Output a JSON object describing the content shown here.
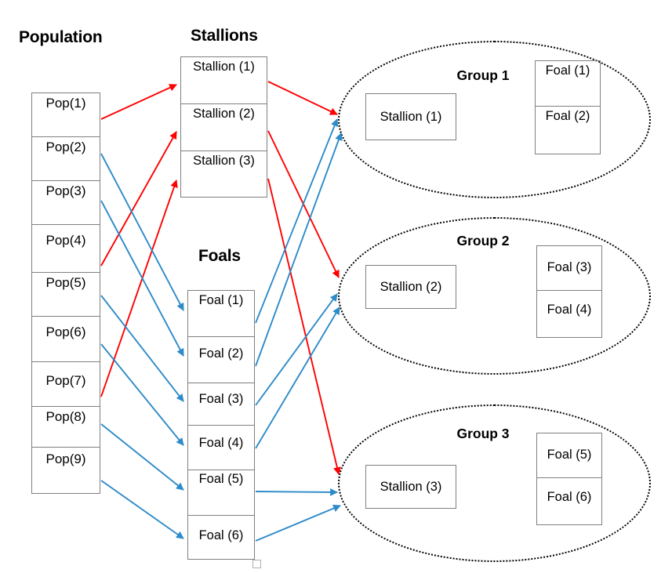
{
  "headings": {
    "population": "Population",
    "stallions": "Stallions",
    "foals": "Foals"
  },
  "colors": {
    "stallion_arrow": "#ff0000",
    "foal_arrow": "#2e8bc9",
    "box_border": "#7f7f7f",
    "ellipse_border": "#000000",
    "text": "#000000",
    "background": "#ffffff"
  },
  "population": {
    "name": "Population",
    "items": [
      {
        "label": "Pop(1)"
      },
      {
        "label": "Pop(2)"
      },
      {
        "label": "Pop(3)"
      },
      {
        "label": "Pop(4)"
      },
      {
        "label": "Pop(5)"
      },
      {
        "label": "Pop(6)"
      },
      {
        "label": "Pop(7)"
      },
      {
        "label": "Pop(8)"
      },
      {
        "label": "Pop(9)"
      }
    ]
  },
  "stallions": {
    "name": "Stallions",
    "items": [
      {
        "label": "Stallion (1)"
      },
      {
        "label": "Stallion (2)"
      },
      {
        "label": "Stallion (3)"
      }
    ]
  },
  "foals": {
    "name": "Foals",
    "items": [
      {
        "label": "Foal (1)"
      },
      {
        "label": "Foal (2)"
      },
      {
        "label": "Foal (3)"
      },
      {
        "label": "Foal (4)"
      },
      {
        "label": "Foal (5)"
      },
      {
        "label": "Foal (6)"
      }
    ]
  },
  "groups": [
    {
      "title": "Group 1",
      "stallion": "Stallion (1)",
      "foals": [
        "Foal (1)",
        "Foal (2)"
      ]
    },
    {
      "title": "Group 2",
      "stallion": "Stallion (2)",
      "foals": [
        "Foal (3)",
        "Foal (4)"
      ]
    },
    {
      "title": "Group 3",
      "stallion": "Stallion (3)",
      "foals": [
        "Foal (5)",
        "Foal (6)"
      ]
    }
  ],
  "edges": {
    "population_to_stallions": [
      {
        "from": "Pop(1)",
        "to": "Stallion (1)",
        "color": "#ff0000"
      },
      {
        "from": "Pop(4)",
        "to": "Stallion (2)",
        "color": "#ff0000"
      },
      {
        "from": "Pop(7)",
        "to": "Stallion (3)",
        "color": "#ff0000"
      }
    ],
    "population_to_foals": [
      {
        "from": "Pop(2)",
        "to": "Foal (1)",
        "color": "#2e8bc9"
      },
      {
        "from": "Pop(3)",
        "to": "Foal (2)",
        "color": "#2e8bc9"
      },
      {
        "from": "Pop(5)",
        "to": "Foal (3)",
        "color": "#2e8bc9"
      },
      {
        "from": "Pop(6)",
        "to": "Foal (4)",
        "color": "#2e8bc9"
      },
      {
        "from": "Pop(8)",
        "to": "Foal (5)",
        "color": "#2e8bc9"
      },
      {
        "from": "Pop(9)",
        "to": "Foal (6)",
        "color": "#2e8bc9"
      }
    ],
    "stallions_to_groups": [
      {
        "from": "Stallion (1)",
        "to": "Group 1",
        "color": "#ff0000"
      },
      {
        "from": "Stallion (2)",
        "to": "Group 2",
        "color": "#ff0000"
      },
      {
        "from": "Stallion (3)",
        "to": "Group 3",
        "color": "#ff0000"
      }
    ],
    "foals_to_groups": [
      {
        "from": "Foal (1)",
        "to": "Group 1",
        "color": "#2e8bc9"
      },
      {
        "from": "Foal (2)",
        "to": "Group 1",
        "color": "#2e8bc9"
      },
      {
        "from": "Foal (3)",
        "to": "Group 2",
        "color": "#2e8bc9"
      },
      {
        "from": "Foal (4)",
        "to": "Group 2",
        "color": "#2e8bc9"
      },
      {
        "from": "Foal (5)",
        "to": "Group 3",
        "color": "#2e8bc9"
      },
      {
        "from": "Foal (6)",
        "to": "Group 3",
        "color": "#2e8bc9"
      }
    ]
  }
}
